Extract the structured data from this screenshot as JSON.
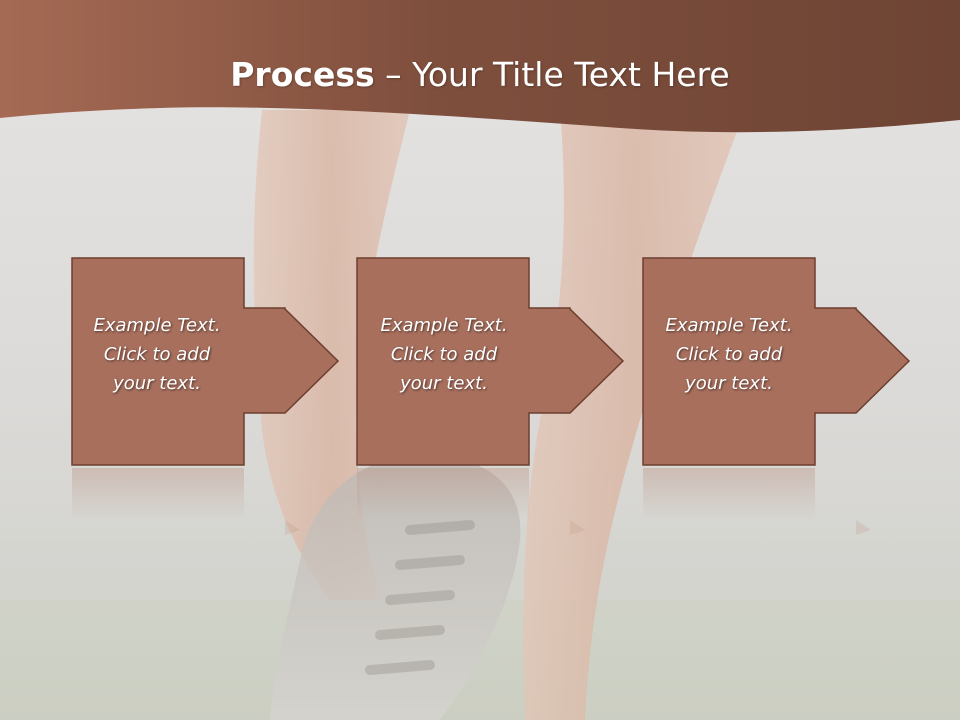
{
  "slide": {
    "title_bold": "Process",
    "title_rest": " – Your Title Text Here",
    "steps": [
      {
        "lines": [
          "Example Text.",
          "Click  to add",
          "your text."
        ]
      },
      {
        "lines": [
          "Example Text.",
          "Click  to add",
          "your text."
        ]
      },
      {
        "lines": [
          "Example Text.",
          "Click  to add",
          "your text."
        ]
      }
    ]
  },
  "colors": {
    "header": "#8e5a47",
    "box_fill": "#a86f5d",
    "box_border": "#6e3e30",
    "text": "#ffffff"
  }
}
